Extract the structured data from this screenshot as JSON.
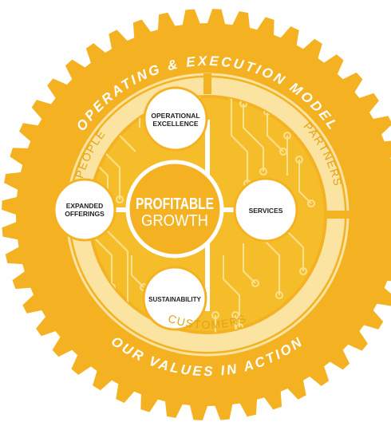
{
  "colors": {
    "gear_outer": "#f4b223",
    "gear_ring": "#fbe3a1",
    "circuit_bg": "#f6bd2b",
    "circuit_trace": "#fbe08e",
    "bubble_fill": "#ffffff",
    "text_dark": "#231f20",
    "text_white": "#ffffff",
    "text_orange": "#e3a21a"
  },
  "outer_ring": {
    "top_text": "OPERATING & EXECUTION MODEL",
    "bottom_text": "OUR VALUES IN ACTION"
  },
  "middle_ring": {
    "left_text": "PEOPLE",
    "right_text": "PARTNERS",
    "bottom_text": "CUSTOMERS"
  },
  "center": {
    "line1": "PROFITABLE",
    "line2": "GROWTH"
  },
  "bubbles": {
    "top": [
      "OPERATIONAL",
      "EXCELLENCE"
    ],
    "left": [
      "EXPANDED",
      "OFFERINGS"
    ],
    "right": "SERVICES",
    "bottom": "SUSTAINABILITY"
  }
}
